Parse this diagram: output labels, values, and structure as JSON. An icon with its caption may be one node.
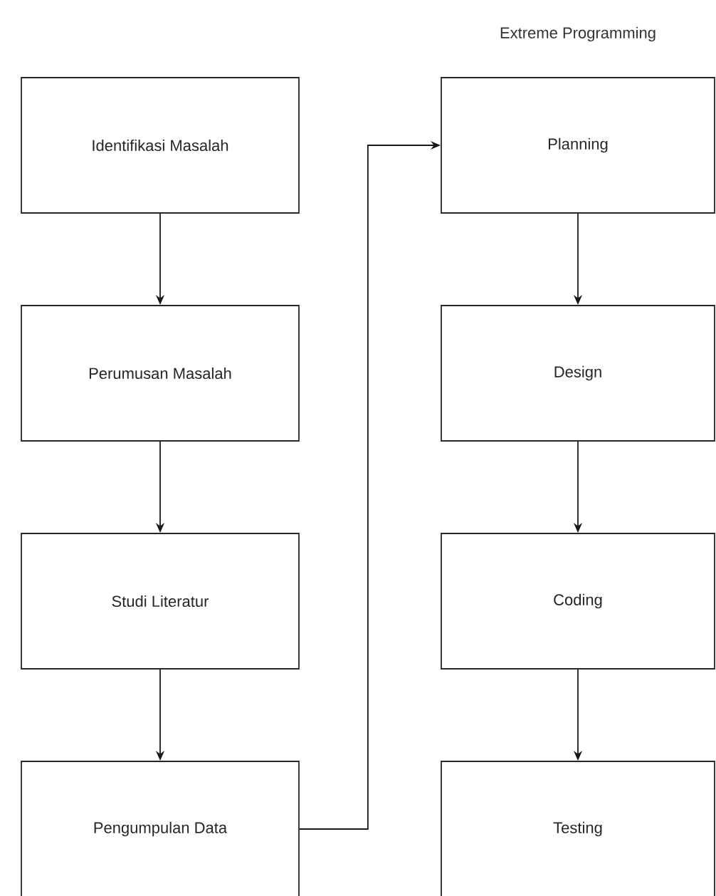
{
  "diagram": {
    "title": "Extreme Programming",
    "nodes": [
      {
        "text": [
          "Identifikasi Masalah"
        ]
      },
      {
        "text": [
          "Perumusan Masalah"
        ]
      },
      {
        "text": [
          "Studi Literatur"
        ]
      },
      {
        "text": [
          "Pengumpulan Data"
        ]
      },
      {
        "text": [
          "Planning"
        ]
      },
      {
        "text": [
          "Design"
        ]
      },
      {
        "text": [
          "Coding"
        ]
      },
      {
        "text": [
          "Testing"
        ]
      }
    ],
    "edges": [
      {
        "from": 0,
        "to": 1,
        "arrow": "to"
      },
      {
        "from": 1,
        "to": 2,
        "arrow": "to"
      },
      {
        "from": 2,
        "to": 3,
        "arrow": "to"
      },
      {
        "from": 3,
        "to": 4,
        "arrow": "to"
      },
      {
        "from": 4,
        "to": 5,
        "arrow": "to"
      },
      {
        "from": 5,
        "to": 6,
        "arrow": "to"
      },
      {
        "from": 6,
        "to": 7,
        "arrow": "to"
      }
    ]
  }
}
